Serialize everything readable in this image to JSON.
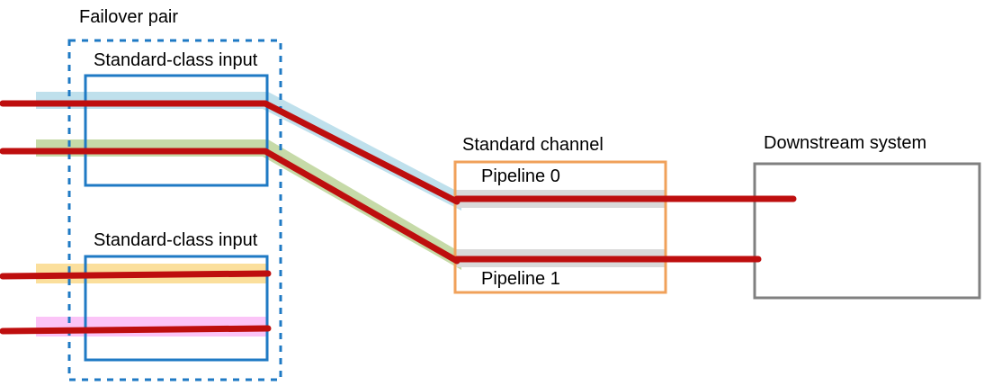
{
  "diagram": {
    "title_group": "Failover pair",
    "labels": {
      "failover_pair": "Failover pair",
      "standard_class_input_top": "Standard-class input",
      "standard_class_input_bottom": "Standard-class input",
      "standard_channel": "Standard channel",
      "pipeline_0": "Pipeline 0",
      "pipeline_1": "Pipeline 1",
      "downstream_system": "Downstream system"
    },
    "colors": {
      "red_flow": "#BE0E0E",
      "blue_box": "#1F7AC4",
      "dashed_group": "#1F7AC4",
      "orange_box": "#F0A15A",
      "gray_box": "#808080",
      "band_blue": "#BFE0EC",
      "band_green": "#C6DAA8",
      "band_yellow": "#FBDF9C",
      "band_pink": "#FBC4F7",
      "band_gray": "#D9D9D9",
      "background": "#FFFFFF"
    },
    "groups": [
      {
        "name": "failover-pair",
        "style": "dashed",
        "color": "#1F7AC4",
        "members": [
          "standard-class-input-top",
          "standard-class-input-bottom"
        ]
      }
    ],
    "boxes": [
      {
        "name": "standard-class-input-top",
        "label": "Standard-class input",
        "border": "#1F7AC4",
        "fill": "none"
      },
      {
        "name": "standard-class-input-bottom",
        "label": "Standard-class input",
        "border": "#1F7AC4",
        "fill": "none"
      },
      {
        "name": "standard-channel",
        "label": "Standard channel",
        "border": "#F0A15A",
        "fill": "none"
      },
      {
        "name": "downstream-system",
        "label": "Downstream system",
        "border": "#808080",
        "fill": "none"
      }
    ],
    "flows": [
      {
        "name": "flow-blue",
        "band_color": "#BFE0EC",
        "target": "Pipeline 0",
        "routed": true
      },
      {
        "name": "flow-green",
        "band_color": "#C6DAA8",
        "target": "Pipeline 1",
        "routed": true
      },
      {
        "name": "flow-yellow",
        "band_color": "#FBDF9C",
        "target": "",
        "routed": false
      },
      {
        "name": "flow-pink",
        "band_color": "#FBC4F7",
        "target": "",
        "routed": false
      }
    ],
    "pipelines": [
      {
        "name": "pipeline-0",
        "label": "Pipeline 0",
        "band_color": "#D9D9D9",
        "connects_to": "Downstream system"
      },
      {
        "name": "pipeline-1",
        "label": "Pipeline 1",
        "band_color": "#D9D9D9",
        "connects_to": "Downstream system"
      }
    ]
  }
}
